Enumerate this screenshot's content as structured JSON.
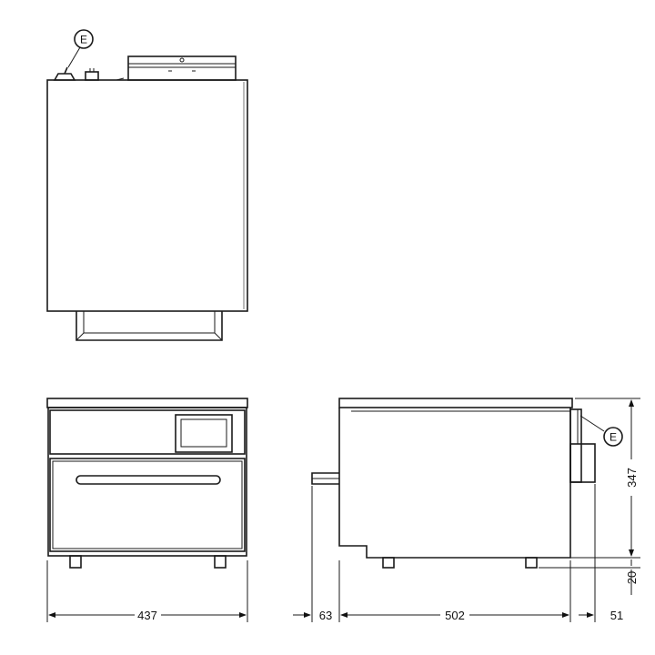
{
  "callouts": {
    "top_view": "E",
    "side_view": "E"
  },
  "dimensions": {
    "front_width": "437",
    "side_front_overhang": "63",
    "side_depth": "502",
    "side_rear_overhang": "51",
    "side_height": "347",
    "foot_height": "20"
  }
}
